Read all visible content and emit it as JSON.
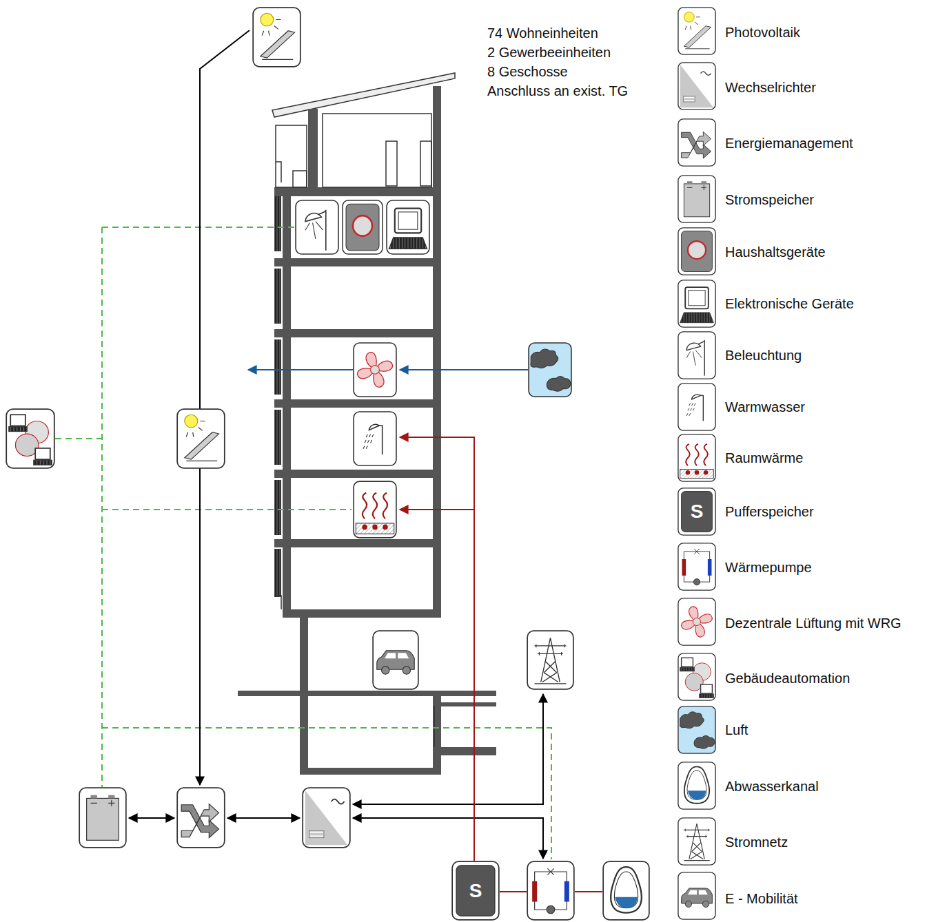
{
  "diagram": {
    "labels": [
      "74 Wohneinheiten",
      "2 Gewerbeeinheiten",
      "8 Geschosse",
      "Anschluss an exist. TG",
      "S",
      "S"
    ],
    "legend": [
      {
        "text": "Photovoltaik"
      },
      {
        "text": "Wechselrichter"
      },
      {
        "text": "Energiemanagement"
      },
      {
        "text": "Stromspeicher"
      },
      {
        "text": "Haushaltsgeräte"
      },
      {
        "text": "Elektronische Geräte"
      },
      {
        "text": "Beleuchtung"
      },
      {
        "text": "Warmwasser"
      },
      {
        "text": "Raumwärme"
      },
      {
        "text": "Pufferspeicher"
      },
      {
        "text": "Wärmepumpe"
      },
      {
        "text": "Dezentrale Lüftung mit WRG"
      },
      {
        "text": "Gebäudeautomation"
      },
      {
        "text": "Luft"
      },
      {
        "text": "Abwasserkanal"
      },
      {
        "text": "Stromnetz"
      },
      {
        "text": "E - Mobilität"
      }
    ]
  }
}
